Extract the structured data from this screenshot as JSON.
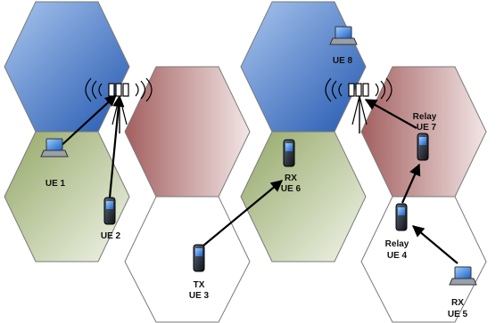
{
  "colors": {
    "blue": "#2f63b8",
    "red": "#a86a6a",
    "green": "#9cae72",
    "white": "#ffffff",
    "link": "#000000"
  },
  "icons": {
    "base_station": "tower-antenna-icon",
    "laptop": "laptop-icon",
    "phone": "smartphone-icon"
  },
  "nodes": {
    "ue1": {
      "line1": "",
      "line2": "UE 1",
      "device": "laptop"
    },
    "ue2": {
      "line1": "",
      "line2": "UE 2",
      "device": "phone"
    },
    "ue3": {
      "line1": "TX",
      "line2": "UE 3",
      "device": "phone"
    },
    "ue4": {
      "line1": "Relay",
      "line2": "UE 4",
      "device": "phone"
    },
    "ue5": {
      "line1": "RX",
      "line2": "UE 5",
      "device": "laptop"
    },
    "ue6": {
      "line1": "RX",
      "line2": "UE 6",
      "device": "phone"
    },
    "ue7": {
      "line1": "Relay",
      "line2": "UE 7",
      "device": "phone"
    },
    "ue8": {
      "line1": "",
      "line2": "UE 8",
      "device": "laptop"
    }
  },
  "links": [
    {
      "from": "ue1",
      "to": "bs1"
    },
    {
      "from": "ue2",
      "to": "bs1"
    },
    {
      "from": "ue3",
      "to": "ue6"
    },
    {
      "from": "ue5",
      "to": "ue4"
    },
    {
      "from": "ue4",
      "to": "ue7"
    },
    {
      "from": "ue7",
      "to": "bs2"
    }
  ]
}
